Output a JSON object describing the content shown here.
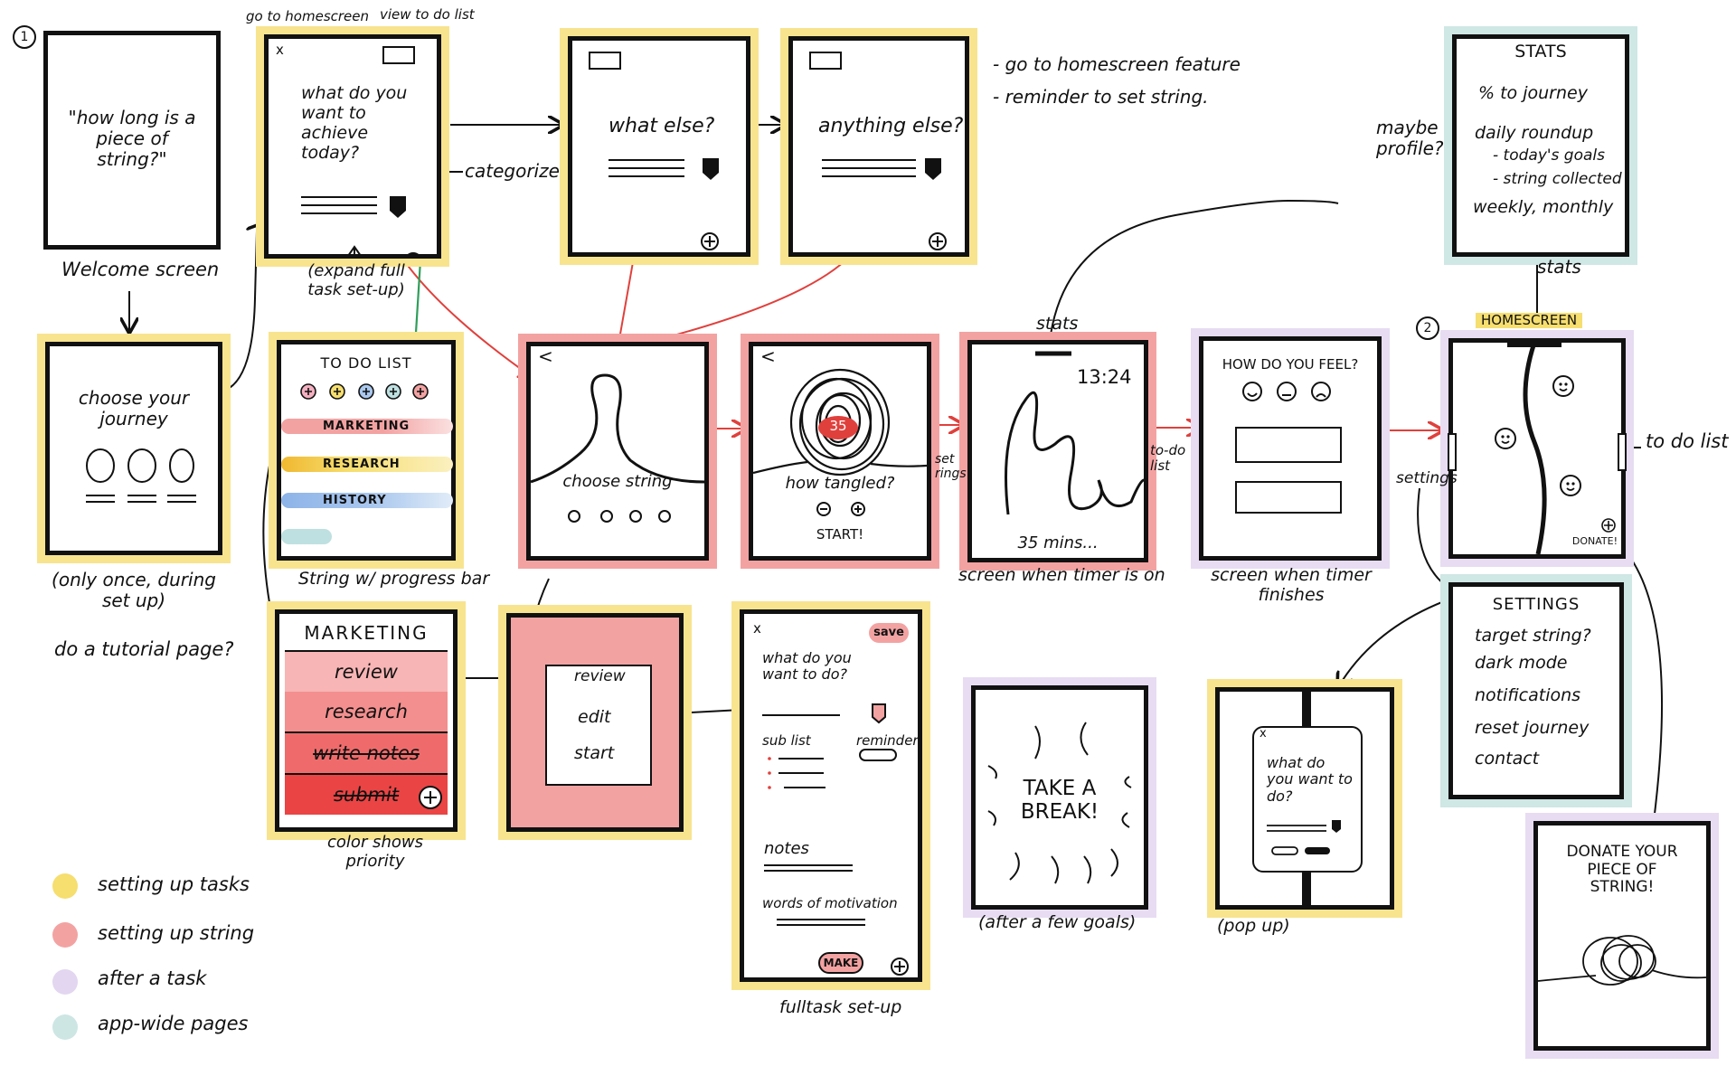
{
  "step_labels": {
    "one": "1",
    "two": "2"
  },
  "welcome": {
    "quote": "\"how long is a piece of string?\"",
    "caption": "Welcome screen"
  },
  "journey": {
    "title": "choose your journey",
    "caption": "(only once, during set up)",
    "note": "do a tutorial page?"
  },
  "header_notes": {
    "homescreen": "go to homescreen",
    "view_list": "view to do list"
  },
  "achieve": {
    "question": "what do you want to achieve today?",
    "close": "x",
    "caption": "(expand full task set-up)",
    "categorize": "categorize"
  },
  "what_else": {
    "question": "what else?"
  },
  "anything_else": {
    "question": "anything else?"
  },
  "feature_notes": [
    "- go to homescreen feature",
    "- reminder to set string."
  ],
  "todo": {
    "title": "TO DO LIST",
    "bars": [
      "MARKETING",
      "RESEARCH",
      "HISTORY"
    ],
    "caption": "String w/ progress bar"
  },
  "marketing": {
    "title": "MARKETING",
    "items": [
      "review",
      "research",
      "write notes",
      "submit"
    ],
    "caption": "color shows priority"
  },
  "popup": {
    "items": [
      "review",
      "edit",
      "start"
    ]
  },
  "full_task": {
    "close": "x",
    "save": "save",
    "question": "what do you want to do?",
    "sub_list": "sub list",
    "reminder": "reminder",
    "notes": "notes",
    "motivation": "words of motivation",
    "make": "MAKE",
    "caption": "fulltask set-up"
  },
  "choose_string": {
    "back": "<",
    "label": "choose string"
  },
  "tangled": {
    "back": "<",
    "count": "35",
    "label": "how tangled?",
    "start": "START!"
  },
  "timer": {
    "time": "13:24",
    "mins": "35 mins...",
    "caption": "screen when timer is on",
    "top_note": "stats",
    "side_left": "set rings",
    "side_right": "to-do list"
  },
  "feel": {
    "title": "HOW DO YOU FEEL?",
    "caption": "screen when timer finishes"
  },
  "stats": {
    "title": "STATS",
    "lines": [
      "% to journey",
      "daily roundup",
      "- today's goals",
      "- string collected",
      "weekly, monthly"
    ],
    "side_note": "maybe profile?",
    "below": "stats"
  },
  "homescreen": {
    "tag": "HOMESCREEN",
    "to_do": "to do list",
    "settings": "settings",
    "donate": "DONATE!"
  },
  "settings_page": {
    "title": "SETTINGS",
    "items": [
      "target string?",
      "dark mode",
      "notifications",
      "reset journey",
      "contact"
    ]
  },
  "take_break": {
    "text": "TAKE A BREAK!",
    "caption": "(after a few goals)"
  },
  "popup2": {
    "close": "x",
    "text": "what do you want to do?",
    "caption": "(pop up)"
  },
  "donate_page": {
    "text": "DONATE YOUR PIECE OF STRING!"
  },
  "legend": [
    {
      "label": "setting up tasks",
      "color": "#f6de6f"
    },
    {
      "label": "setting up string",
      "color": "#f3a2a2"
    },
    {
      "label": "after a task",
      "color": "#e2d6f0"
    },
    {
      "label": "app-wide pages",
      "color": "#cde6e4"
    }
  ],
  "colors": {
    "yellow": "#f8e48f",
    "red": "#f3a2a2",
    "purple": "#e7dcf2",
    "teal": "#cfe7e5",
    "arrow_red": "#e0403c",
    "arrow_green": "#2f9e5b"
  }
}
